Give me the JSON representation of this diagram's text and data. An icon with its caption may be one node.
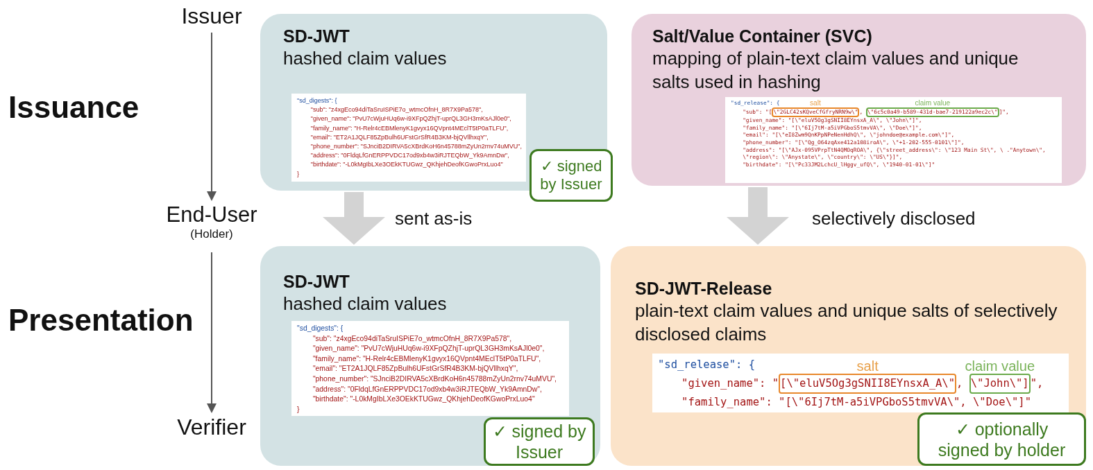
{
  "diagram": {
    "nodes": [
      {
        "text": [
          "Issuer"
        ]
      },
      {
        "text": [
          "End-User",
          "(Holder)"
        ]
      },
      {
        "text": [
          "Verifier"
        ]
      },
      {
        "text": [
          "SD-JWT",
          "hashed claim values"
        ]
      },
      {
        "text": [
          "\"sd_digests\": {",
          "\"sub\": \"z4xgEco94diTaSruISPiE7o_wtmcOfnH_8R7X9Pa578\",",
          "\"given_name\": \"PvU7cWjuHUq6w-i9XFpQZhjT-uprQL3GH3mKsAJl0e0\",",
          "\"family_name\": \"H-Relr4cEBMlenyK1gvyx16QVpnt4MEclT5tP0aTLFU\",",
          "\"email\": \"ET2A1JQLF85ZpBulh6UFstGrSfR4B3KM-bjQVllhxqY\",",
          "\"phone_number\": \"SJnciB2DIRVA5cXBrdKoH6n45788mZyUn2rnv74uMVU\",",
          "\"address\": \"0FldqLfGnERPPVDC17od9xb4w3iRJTEQbW_Yk9AmnDw\",",
          "\"birthdate\": \"-L0kMgIbLXe3OEkKTUGwz_QKhjehDeofKGwoPrxLuo4\"",
          "}"
        ],
        "in": 3
      },
      {
        "text": [
          "✓ signed by Issuer"
        ],
        "in": 3
      },
      {
        "text": [
          "**Salt/Value Container** (**SVC**)",
          "mapping of plain-text claim values and unique salts used in hashing"
        ]
      },
      {
        "text": [
          "\"sd_release\": {",
          "\"sub\": \"[",
          ", ",
          "]\",",
          "\"given_name\": \"[\\\"eluV5Og3gSNII8EYnsxA_A\\\", \\\"John\\\"]\",",
          "\"family_name\": \"[\\\"6Ij7tM-a5iVPGboS5tmvVA\\\", \\\"Doe\\\"]\",",
          "\"email\": \"[\\\"eI8Zwm9QnKPpNPeNenHdhQ\\\", \\\"johndoe@example.com\\\"]\",",
          "\"phone_number\": \"[\\\"Qg_O64zqAxe412a108iroA\\\", \\\"+1-202-555-0101\\\"]\",",
          "\"address\": \"[\\\"AJx-095VPrpTtN4QMOqROA\\\", {\\\"street_address\\\": \\\"123 Main St\\\", \\ .\"Anytown\\\", \\\"region\\\": \\\"Anystate\\\", \\\"country\\\": \\\"US\\\"}]\",",
          "\"birthdate\": \"[\\\"Pc33JM2LchcU_lHggv_ufQ\\\", \\\"1940-01-01\\\"]\""
        ],
        "in": 6
      },
      {
        "text": [
          "\\\"2GLC42sKQveCfGfryNRN9w\\\""
        ],
        "in": 7
      },
      {
        "text": [
          "\\\"6c5c0a49-b589-431d-bae7-219122a9ec2c\\\""
        ],
        "in": 7
      },
      {
        "text": [
          "SD-JWT",
          "hashed claim values"
        ]
      },
      {
        "text": [
          "\"sd_digests\": {",
          "\"sub\": \"z4xgEco94diTaSruISPiE7o_wtmcOfnH_8R7X9Pa578\",",
          "\"given_name\": \"PvU7cWjuHUq6w-i9XFpQZhjT-uprQL3GH3mKsAJl0e0\",",
          "\"family_name\": \"H-Relr4cEBMlenyK1gvyx16QVpnt4MEclT5tP0aTLFU\",",
          "\"email\": \"ET2A1JQLF85ZpBulh6UFstGrSfR4B3KM-bjQVllhxqY\",",
          "\"phone_number\": \"SJnciB2DIRVA5cXBrdKoH6n45788mZyUn2rnv74uMVU\",",
          "\"address\": \"0FldqLfGnERPPVDC17od9xb4w3iRJTEQbW_Yk9AmnDw\",",
          "\"birthdate\": \"-L0kMgIbLXe3OEkKTUGwz_QKhjehDeofKGwoPrxLuo4\"",
          "}"
        ],
        "in": 10
      },
      {
        "text": [
          "✓ signed by Issuer"
        ],
        "in": 10
      },
      {
        "text": [
          "SD-JWT-Release",
          "plain-text claim values and unique salts of selectively disclosed claims"
        ]
      },
      {
        "text": [
          "\"sd_release\": {",
          "\"given_name\": \"",
          ", ",
          "\",",
          "\"family_name\": \"[\\\"6Ij7tM-a5iVPGboS5tmvVA\\\", \\\"Doe\\\"]\""
        ],
        "in": 13
      },
      {
        "text": [
          "[\\\"eluV5Og3gSNII8EYnsxA_A\\\""
        ],
        "in": 14
      },
      {
        "text": [
          "\\\"John\\\"]"
        ],
        "in": 14
      },
      {
        "text": [
          "✓ optionally signed by holder"
        ],
        "in": 13
      }
    ],
    "edges": [
      {
        "from": 0,
        "to": 1,
        "arrow": "to"
      },
      {
        "from": 1,
        "to": 2,
        "arrow": "to"
      },
      {
        "from": 3,
        "to": 10,
        "arrow": "to",
        "label": "sent as-is",
        "style": "thick",
        "color": "#d3d3d3"
      },
      {
        "from": 6,
        "to": 13,
        "arrow": "to",
        "label": "selectively disclosed",
        "style": "thick",
        "color": "#d3d3d3"
      }
    ],
    "labels": [
      "Issuance",
      "Presentation",
      "salt",
      "claim value",
      "salt",
      "claim value"
    ]
  }
}
